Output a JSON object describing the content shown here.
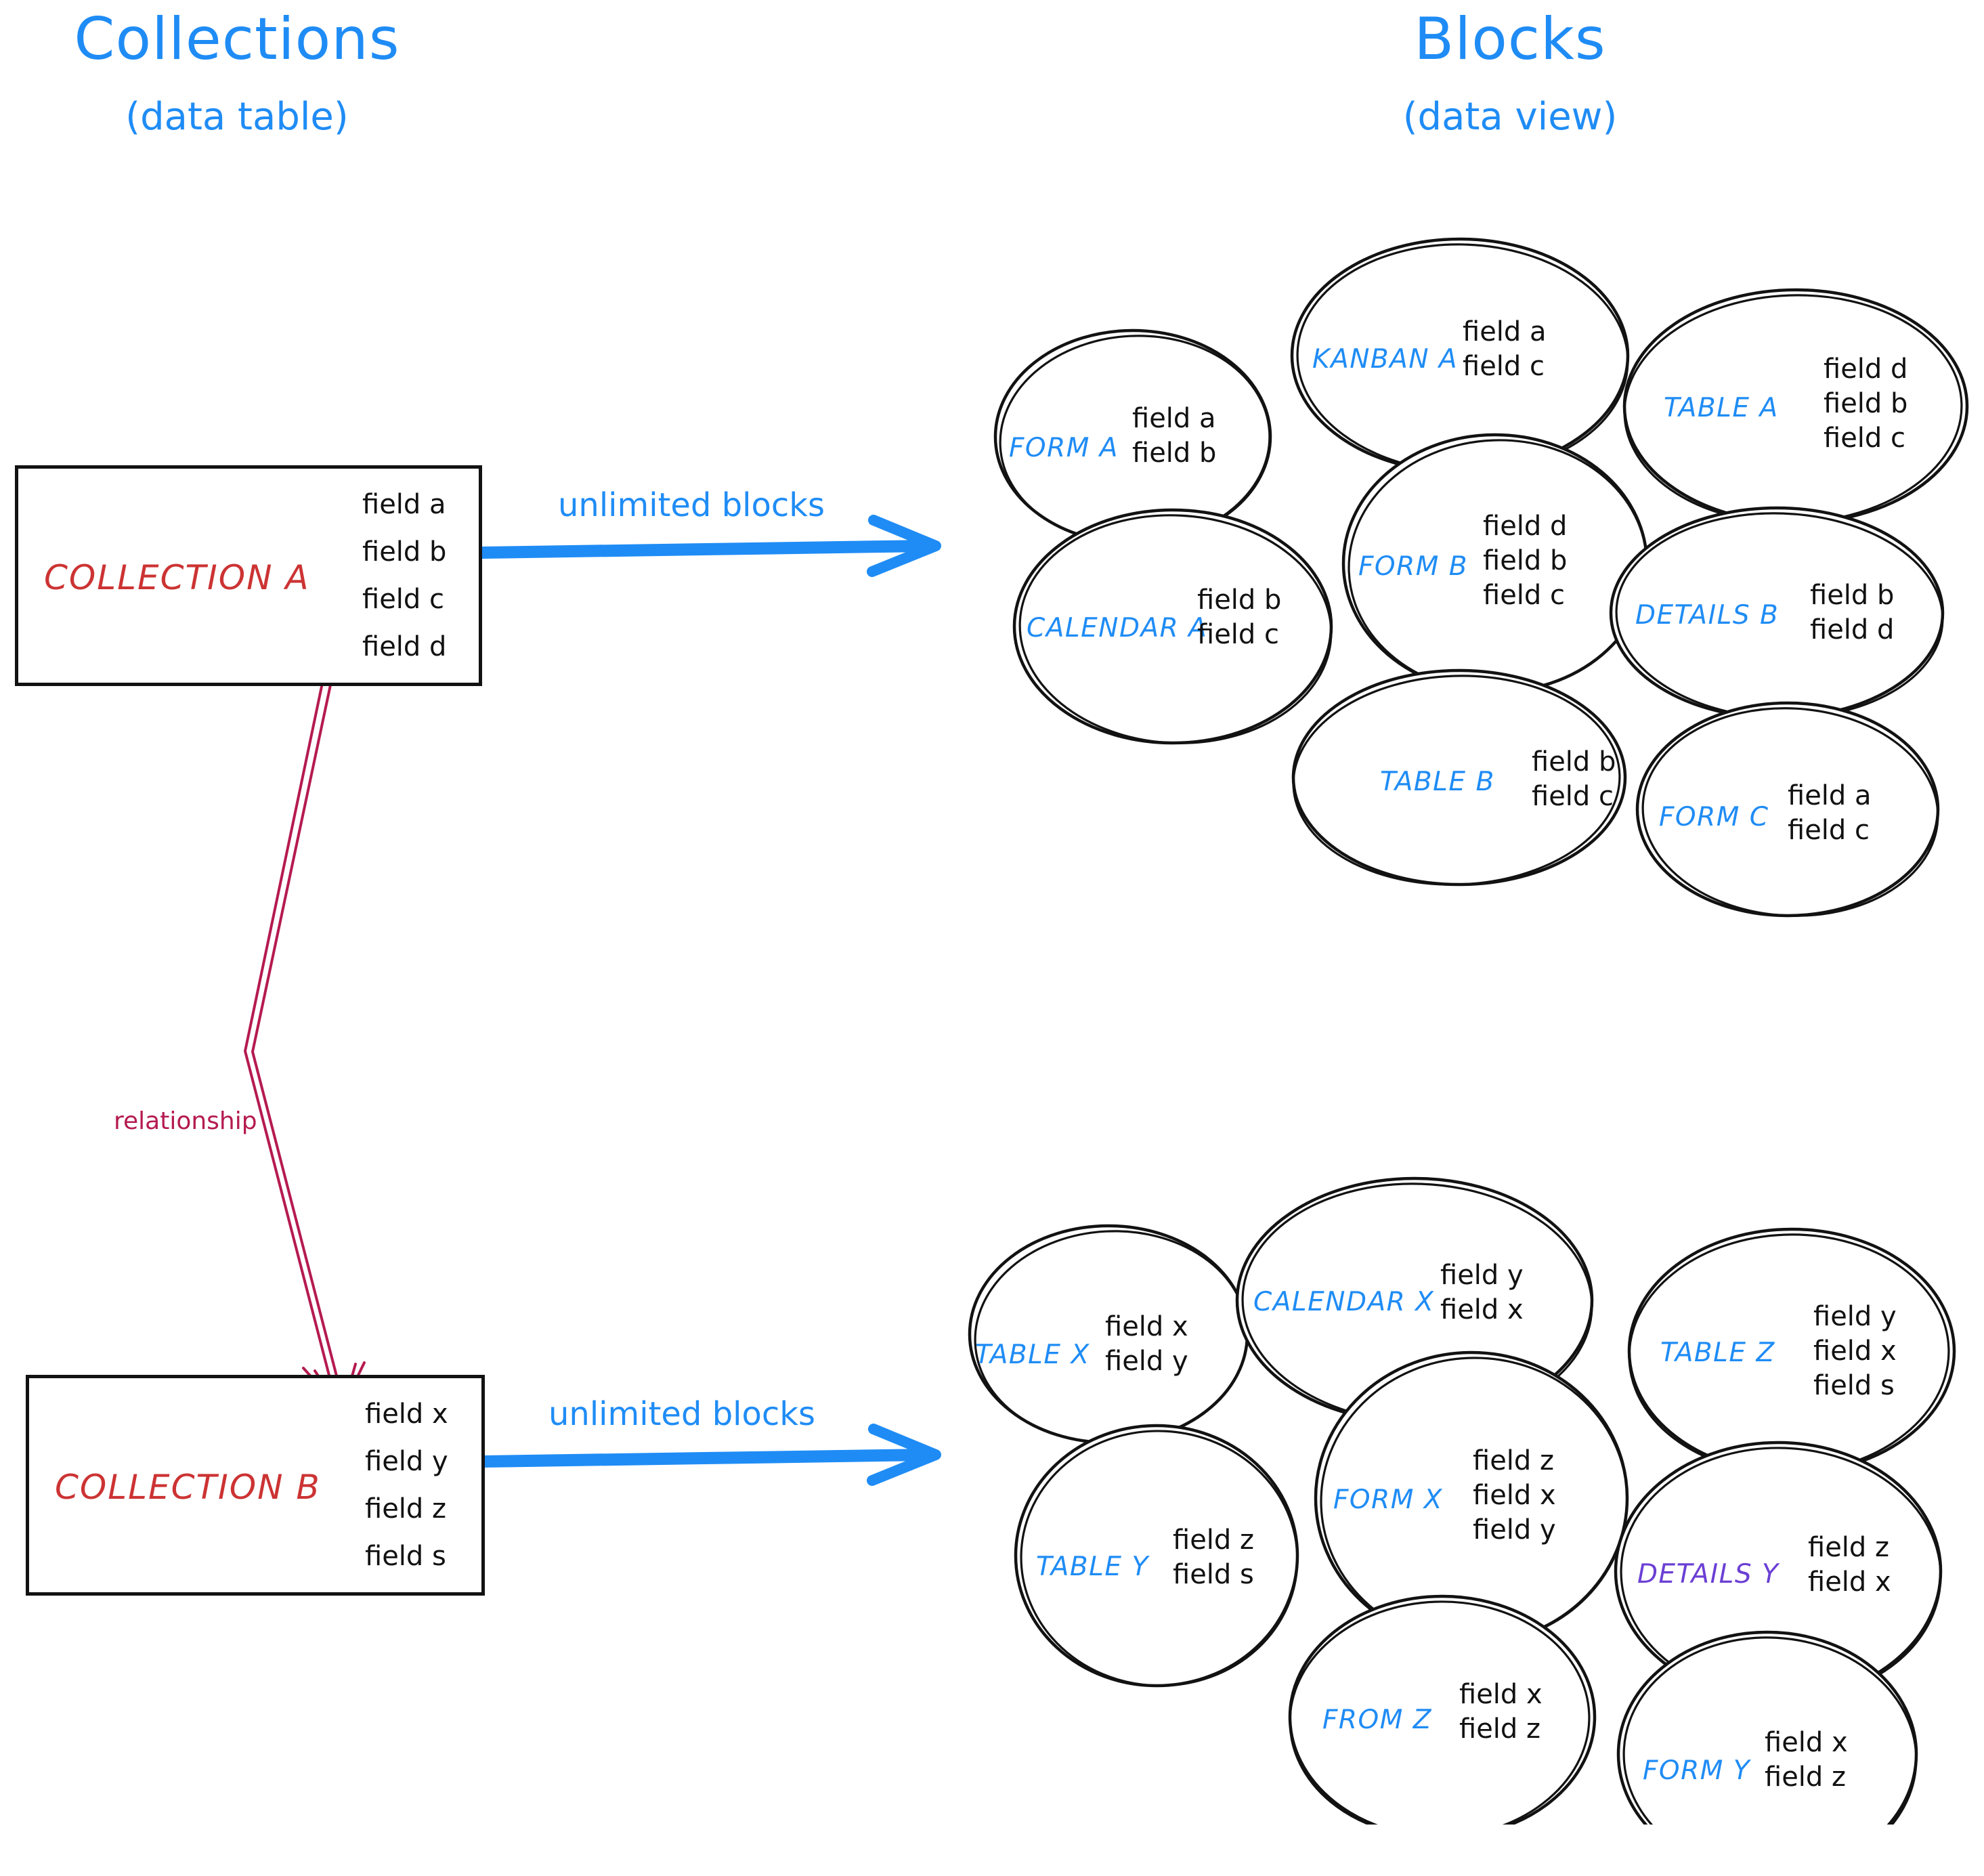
{
  "headings": {
    "left_title": "Collections",
    "left_subtitle": "(data table)",
    "right_title": "Blocks",
    "right_subtitle": "(data view)"
  },
  "colors": {
    "accent_blue": "#1f8cf5",
    "collection_red": "#cc3333",
    "relationship_crimson": "#b51a50",
    "details_purple": "#6b3fd4",
    "ink_black": "#121212",
    "background": "#ffffff"
  },
  "collections": [
    {
      "name": "COLLECTION A",
      "fields": [
        "field a",
        "field b",
        "field c",
        "field d"
      ],
      "arrow_label": "unlimited blocks"
    },
    {
      "name": "COLLECTION B",
      "fields": [
        "field x",
        "field y",
        "field z",
        "field s"
      ],
      "arrow_label": "unlimited blocks"
    }
  ],
  "relationship": {
    "label": "relationship"
  },
  "block_groups": [
    {
      "group": "collection-a-blocks",
      "blocks": [
        {
          "name": "FORM A",
          "color": "blue",
          "fields": [
            "field a",
            "field b"
          ]
        },
        {
          "name": "KANBAN A",
          "color": "blue",
          "fields": [
            "field a",
            "field c"
          ]
        },
        {
          "name": "TABLE A",
          "color": "blue",
          "fields": [
            "field d",
            "field b",
            "field c"
          ]
        },
        {
          "name": "CALENDAR A",
          "color": "blue",
          "fields": [
            "field b",
            "field c"
          ]
        },
        {
          "name": "FORM B",
          "color": "blue",
          "fields": [
            "field d",
            "field b",
            "field c"
          ]
        },
        {
          "name": "DETAILS B",
          "color": "blue",
          "fields": [
            "field b",
            "field d"
          ]
        },
        {
          "name": "TABLE B",
          "color": "blue",
          "fields": [
            "field b",
            "field c"
          ]
        },
        {
          "name": "FORM C",
          "color": "blue",
          "fields": [
            "field a",
            "field c"
          ]
        }
      ]
    },
    {
      "group": "collection-b-blocks",
      "blocks": [
        {
          "name": "TABLE X",
          "color": "blue",
          "fields": [
            "field x",
            "field y"
          ]
        },
        {
          "name": "CALENDAR X",
          "color": "blue",
          "fields": [
            "field y",
            "field x"
          ]
        },
        {
          "name": "TABLE Z",
          "color": "blue",
          "fields": [
            "field y",
            "field x",
            "field s"
          ]
        },
        {
          "name": "TABLE Y",
          "color": "blue",
          "fields": [
            "field z",
            "field s"
          ]
        },
        {
          "name": "FORM X",
          "color": "blue",
          "fields": [
            "field z",
            "field x",
            "field y"
          ]
        },
        {
          "name": "DETAILS Y",
          "color": "purple",
          "fields": [
            "field z",
            "field x"
          ]
        },
        {
          "name": "FROM Z",
          "color": "blue",
          "fields": [
            "field x",
            "field z"
          ]
        },
        {
          "name": "FORM Y",
          "color": "blue",
          "fields": [
            "field x",
            "field z"
          ]
        }
      ]
    }
  ]
}
